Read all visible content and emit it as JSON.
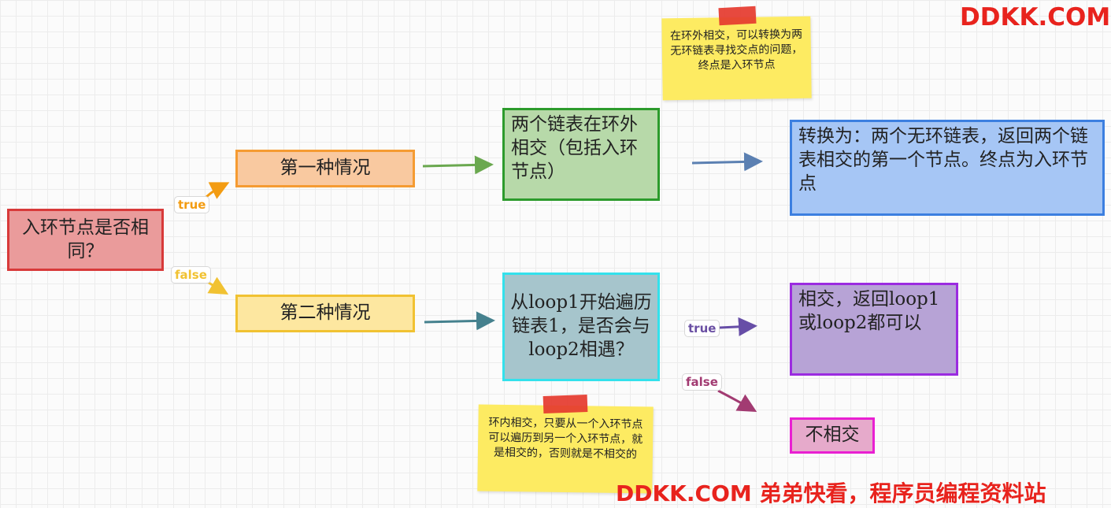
{
  "nodes": {
    "root": "入环节点是否相同？",
    "case1": "第一种情况",
    "case2": "第二种情况",
    "outside": "两个链表在环外相交（包括入环节点）",
    "convert": "转换为：两个无环链表，返回两个链表相交的第一个节点。终点为入环节点",
    "loop": "从loop1开始遍历链表1，是否会与loop2相遇？",
    "yes": "相交，返回loop1或loop2都可以",
    "no": "不相交"
  },
  "notes": {
    "top": "在环外相交，可以转换为两无环链表寻找交点的问题，终点是入环节点",
    "bottom": "环内相交，只要从一个入环节点可以遍历到另一个入环节点，就是相交的，否则就是不相交的"
  },
  "edge_labels": {
    "true1": "true",
    "false1": "false",
    "true2": "true",
    "false2": "false"
  },
  "watermarks": {
    "top": "DDKK.COM",
    "bottom": "DDKK.COM 弟弟快看，程序员编程资料站"
  },
  "colors": {
    "arrow_true1": "#f39c12",
    "arrow_false1": "#f1c232",
    "arrow_case1": "#6aa84f",
    "arrow_outside": "#5b80b2",
    "arrow_case2": "#45818e",
    "arrow_true2": "#674ea7",
    "arrow_false2": "#a23b72"
  }
}
